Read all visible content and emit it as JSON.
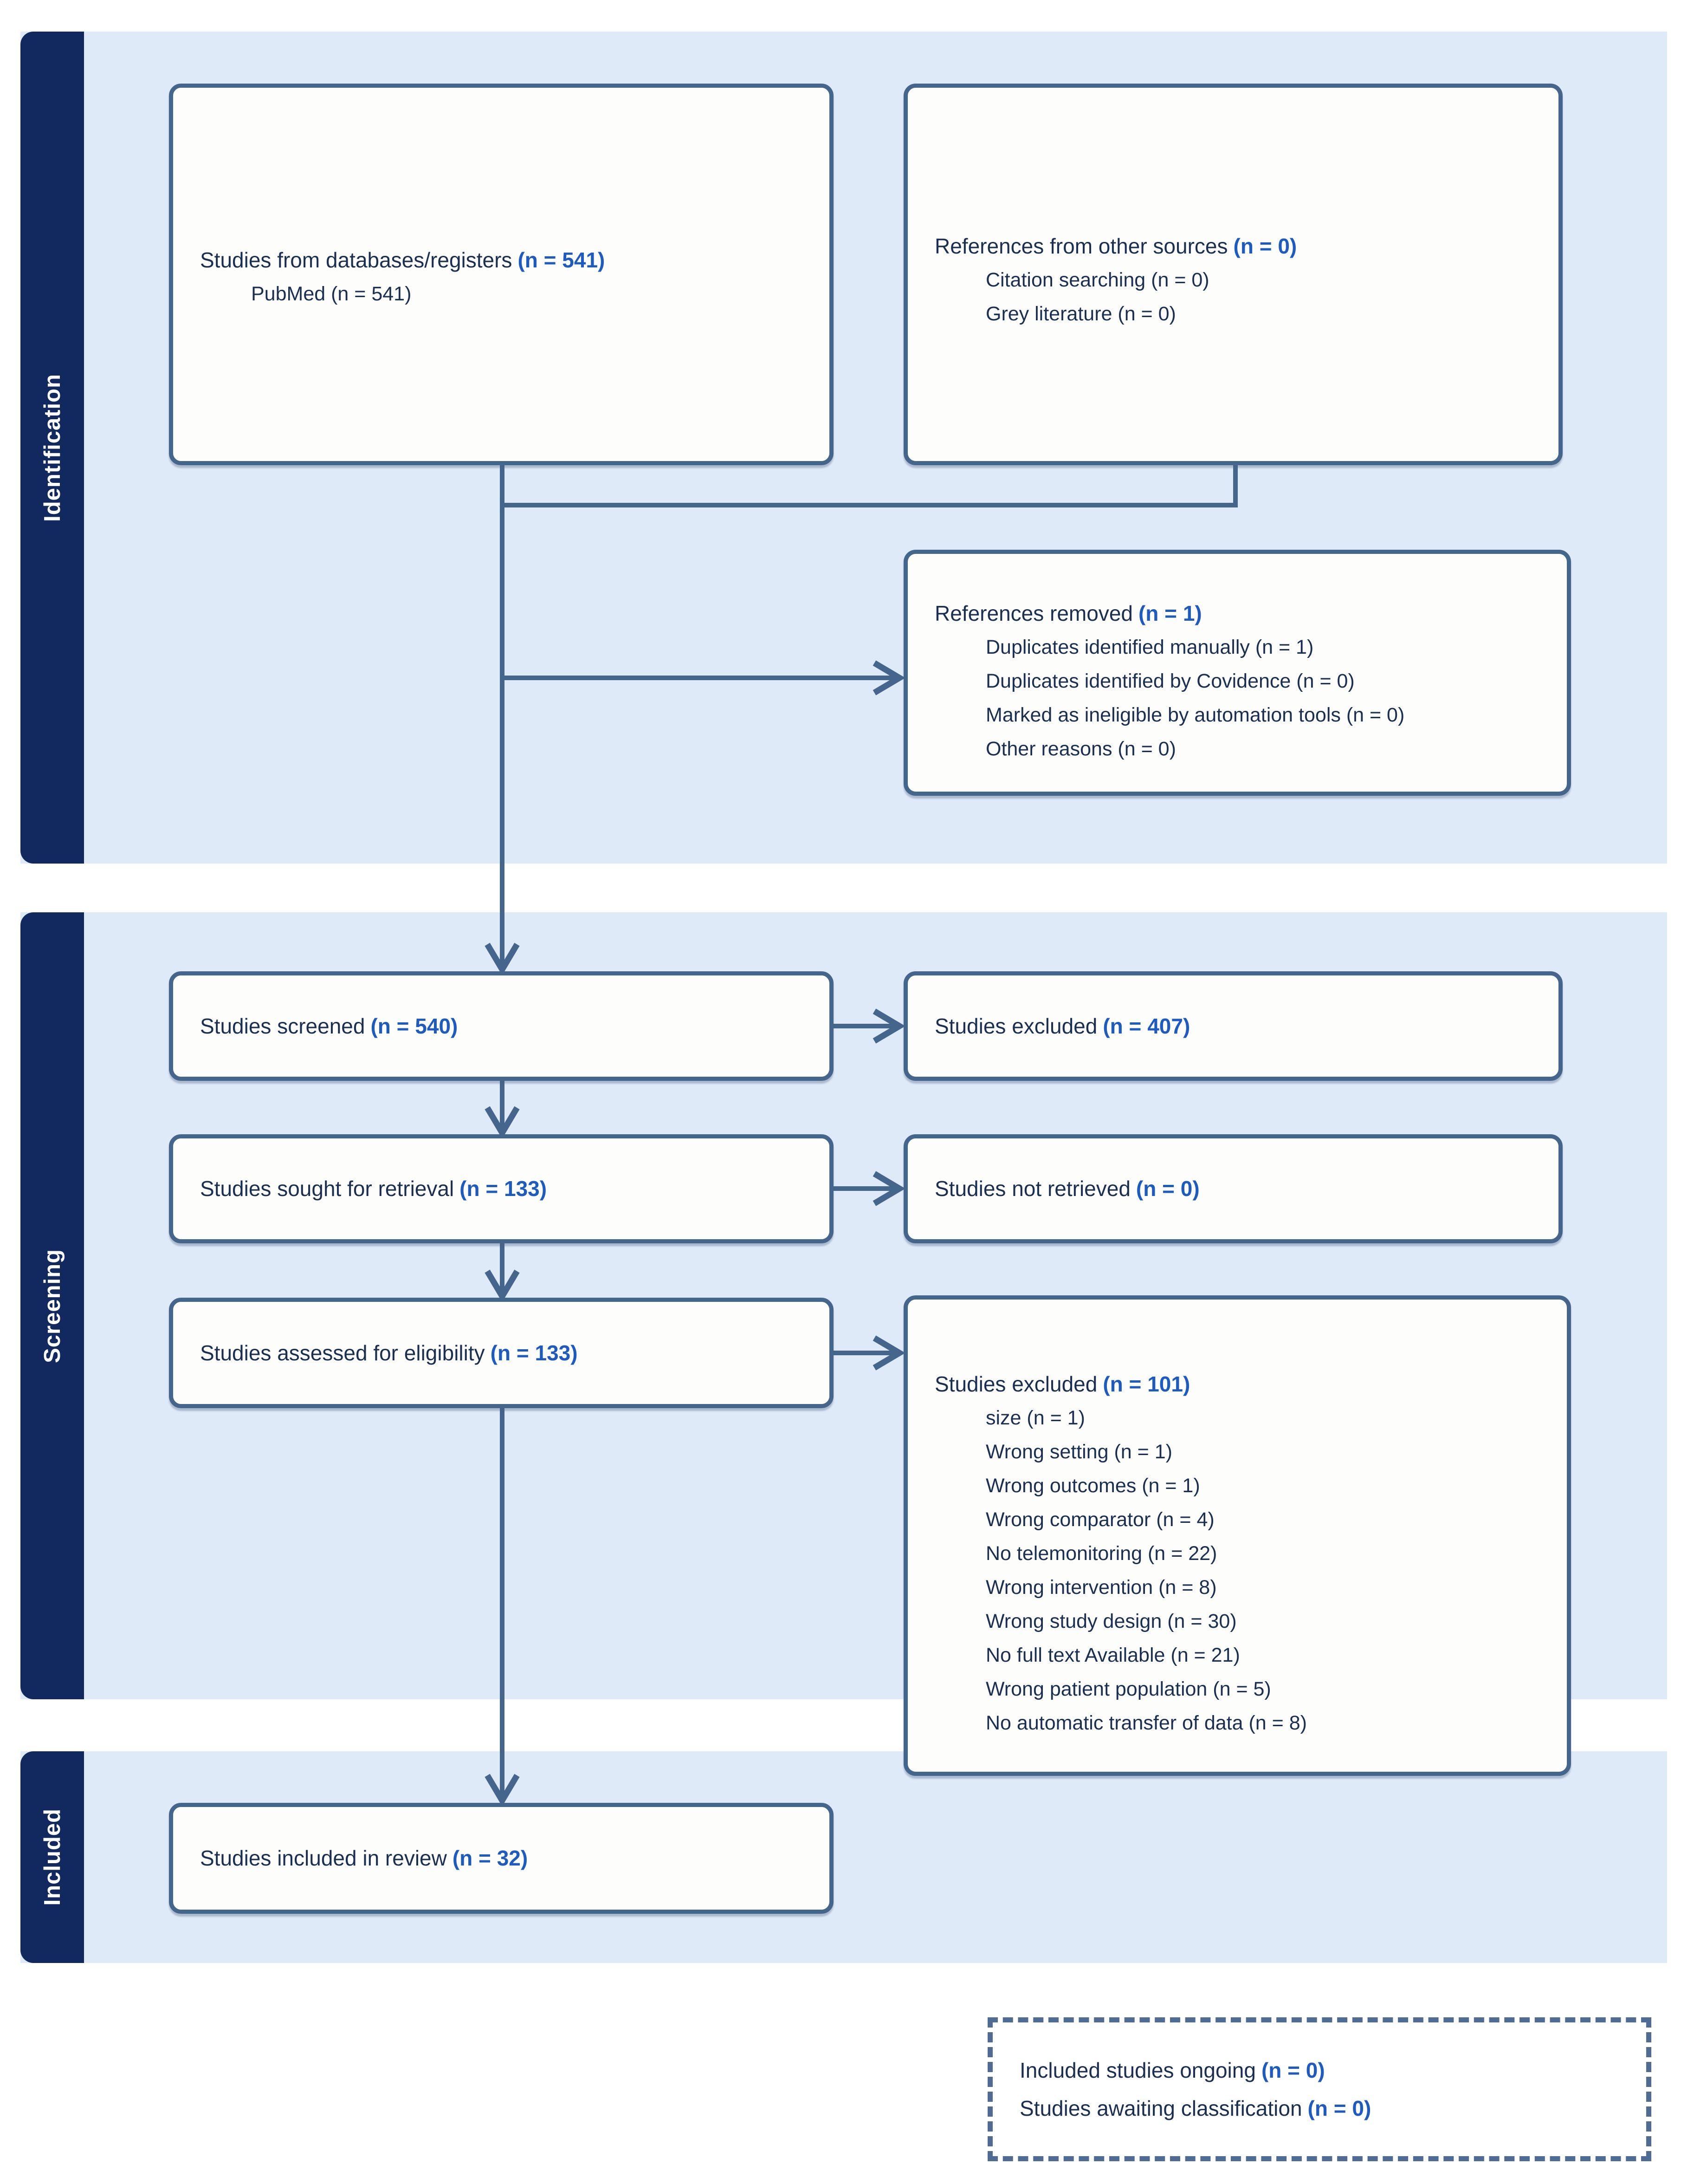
{
  "sidebar": {
    "labels": [
      "Identification",
      "Screening",
      "Included"
    ]
  },
  "boxes": [
    {
      "label": "Studies from databases/registers",
      "n": "(n = 541)",
      "items": [
        "PubMed (n = 541)"
      ]
    },
    {
      "label": "References from other sources",
      "n": "(n = 0)",
      "items": [
        "Citation searching (n = 0)",
        "Grey literature (n = 0)"
      ]
    },
    {
      "label": "References removed",
      "n": "(n = 1)",
      "items": [
        "Duplicates identified manually (n = 1)",
        "Duplicates identified by Covidence (n = 0)",
        "Marked as ineligible by automation tools (n = 0)",
        "Other reasons (n = 0)"
      ]
    },
    {
      "label": "Studies screened",
      "n": "(n = 540)"
    },
    {
      "label": "Studies excluded",
      "n": "(n = 407)"
    },
    {
      "label": "Studies sought for retrieval",
      "n": "(n = 133)"
    },
    {
      "label": "Studies not retrieved",
      "n": "(n = 0)"
    },
    {
      "label": "Studies assessed for eligibility",
      "n": "(n = 133)"
    },
    {
      "label": "Studies excluded",
      "n": "(n = 101)",
      "items": [
        "size (n = 1)",
        "Wrong setting (n = 1)",
        "Wrong outcomes (n = 1)",
        "Wrong comparator (n = 4)",
        "No telemonitoring (n = 22)",
        "Wrong intervention (n = 8)",
        "Wrong study design (n = 30)",
        "No full text Available (n = 21)",
        "Wrong patient population (n = 5)",
        "No automatic transfer of data (n = 8)"
      ]
    },
    {
      "label": "Studies included in review",
      "n": "(n = 32)"
    }
  ],
  "dashed_box": {
    "lines": [
      {
        "label": "Included studies ongoing",
        "n": "(n = 0)"
      },
      {
        "label": "Studies awaiting classification",
        "n": "(n = 0)"
      }
    ]
  },
  "colors": {
    "stage_bar_navy": "#122960",
    "band_light_blue": "#dfeaf8",
    "box_border_slate_blue": "#44658c",
    "count_blue": "#1e5bc0",
    "text_dark_navy": "#1a2f52"
  }
}
